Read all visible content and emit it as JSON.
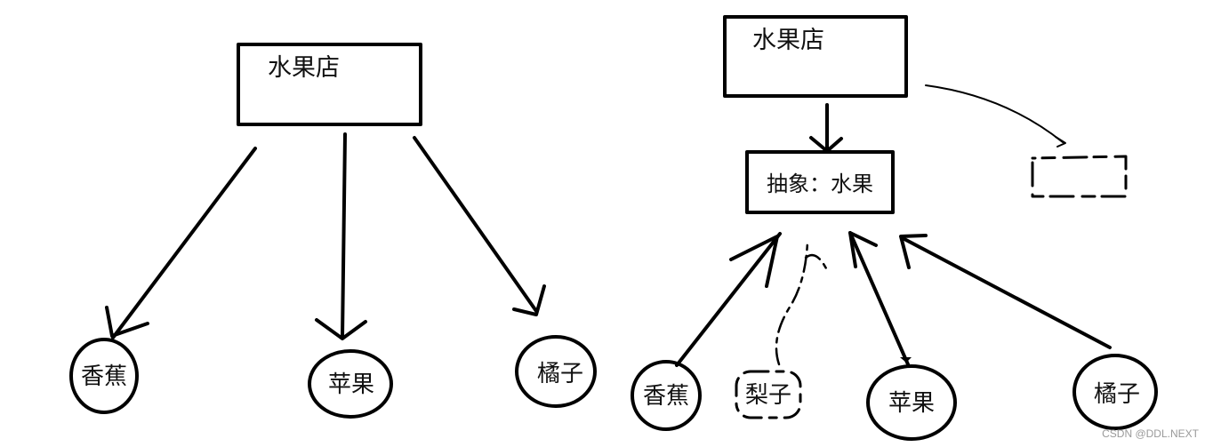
{
  "left_diagram": {
    "store_label": "水果店",
    "fruits": [
      "香蕉",
      "苹果",
      "橘子"
    ]
  },
  "right_diagram": {
    "store_label": "水果店",
    "abstract_label": "抽象：水果",
    "fruits": [
      "香蕉",
      "梨子",
      "苹果",
      "橘子"
    ]
  },
  "watermark": "CSDN @DDL.NEXT"
}
